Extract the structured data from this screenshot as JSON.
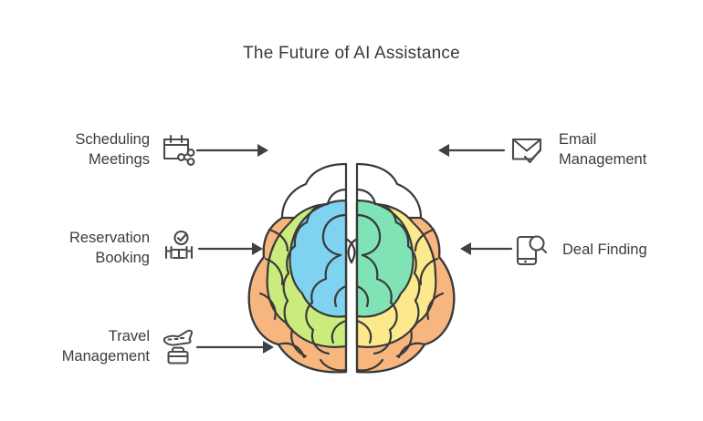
{
  "page": {
    "title": "The Future of AI Assistance",
    "background_color": "#ffffff",
    "text_color": "#3c3c3c"
  },
  "diagram": {
    "center_graphic": "brain-top-view",
    "center_graphic_label": "Brain",
    "palette": {
      "blue": "#7FD2F0",
      "mint": "#7FE3B5",
      "lime": "#CBEC7C",
      "yellow": "#FCE98C",
      "orange": "#F8B67F",
      "outline": "#3a3a3a",
      "arrow": "#404040"
    },
    "left_items": [
      {
        "label": "Scheduling\nMeetings",
        "icon": "calendar-share-icon",
        "arrow": "arrow-right",
        "arrow_direction": "right"
      },
      {
        "label": "Reservation\nBooking",
        "icon": "table-chairs-check-icon",
        "arrow": "arrow-right",
        "arrow_direction": "right"
      },
      {
        "label": "Travel\nManagement",
        "icon": "airplane-briefcase-icon",
        "arrow": "arrow-right",
        "arrow_direction": "right"
      }
    ],
    "right_items": [
      {
        "label": "Email\nManagement",
        "icon": "envelope-check-icon",
        "arrow": "arrow-left",
        "arrow_direction": "left"
      },
      {
        "label": "Deal Finding",
        "icon": "phone-search-icon",
        "arrow": "arrow-left",
        "arrow_direction": "left"
      }
    ]
  }
}
